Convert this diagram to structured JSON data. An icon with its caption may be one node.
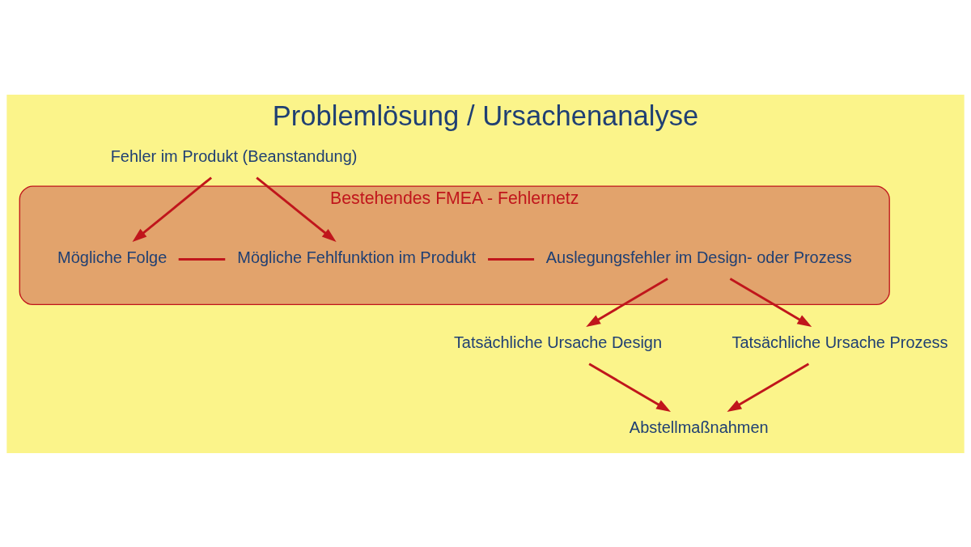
{
  "diagram": {
    "title": "Problemlösung / Ursachenanalyse",
    "nodes": [
      {
        "text": [
          "Fehler im Produkt (Beanstandung)"
        ]
      },
      {
        "text": [
          "Bestehendes FMEA - Fehlernetz"
        ]
      },
      {
        "text": [
          "Mögliche Folge"
        ],
        "in": 1
      },
      {
        "text": [
          "Mögliche Fehlfunktion im Produkt"
        ],
        "in": 1
      },
      {
        "text": [
          "Auslegungsfehler im Design- oder Prozess"
        ],
        "in": 1
      },
      {
        "text": [
          "Tatsächliche Ursache Design"
        ]
      },
      {
        "text": [
          "Tatsächliche Ursache Prozess"
        ]
      },
      {
        "text": [
          "Abstellmaßnahmen"
        ]
      }
    ],
    "edges": [
      {
        "from": 0,
        "to": 2,
        "arrow": "to"
      },
      {
        "from": 0,
        "to": 3,
        "arrow": "to"
      },
      {
        "from": 2,
        "to": 3,
        "arrow": "none"
      },
      {
        "from": 3,
        "to": 4,
        "arrow": "none"
      },
      {
        "from": 4,
        "to": 5,
        "arrow": "to"
      },
      {
        "from": 4,
        "to": 6,
        "arrow": "to"
      },
      {
        "from": 5,
        "to": 7,
        "arrow": "to"
      },
      {
        "from": 6,
        "to": 7,
        "arrow": "to"
      }
    ]
  }
}
